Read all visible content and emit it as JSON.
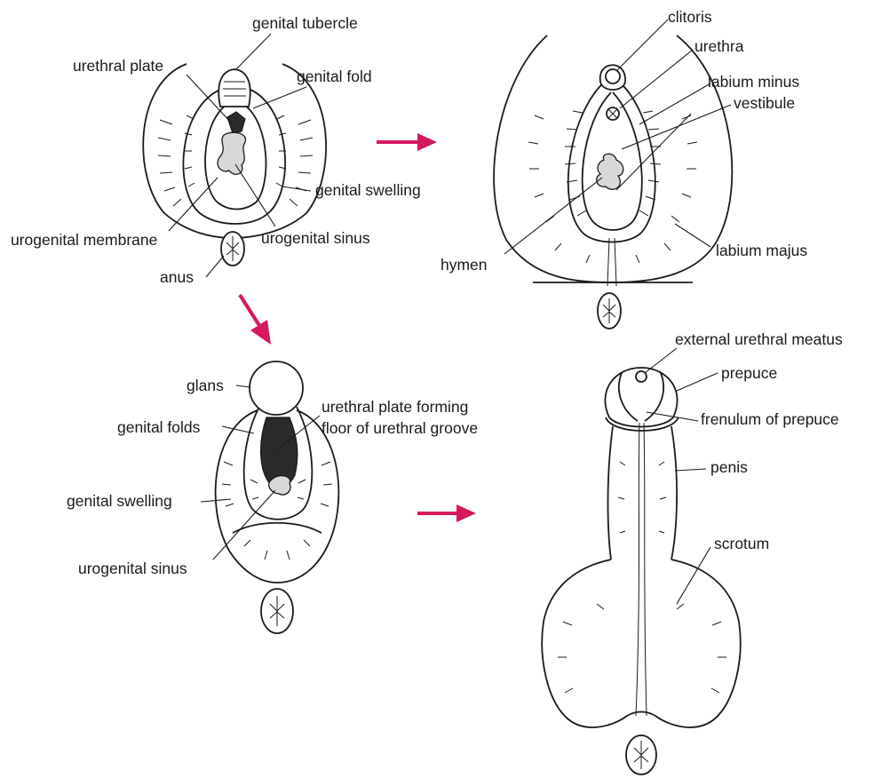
{
  "colors": {
    "arrow": "#d6185e",
    "line": "#1a1a1a"
  },
  "panels": {
    "indifferent": {
      "labels": {
        "genital_tubercle": "genital tubercle",
        "urethral_plate": "urethral plate",
        "genital_fold": "genital fold",
        "genital_swelling": "genital swelling",
        "urogenital_membrane": "urogenital membrane",
        "urogenital_sinus": "urogenital sinus",
        "anus": "anus"
      }
    },
    "female": {
      "labels": {
        "clitoris": "clitoris",
        "urethra": "urethra",
        "labium_minus": "labium minus",
        "vestibule": "vestibule",
        "hymen": "hymen",
        "labium_majus": "labium majus"
      }
    },
    "male_intermediate": {
      "labels": {
        "glans": "glans",
        "genital_folds": "genital folds",
        "urethral_plate_line1": "urethral plate forming",
        "urethral_plate_line2": "floor of urethral groove",
        "genital_swelling": "genital swelling",
        "urogenital_sinus": "urogenital sinus"
      }
    },
    "male": {
      "labels": {
        "external_urethral_meatus": "external urethral meatus",
        "prepuce": "prepuce",
        "frenulum_of_prepuce": "frenulum of prepuce",
        "penis": "penis",
        "scrotum": "scrotum"
      }
    }
  },
  "arrows": [
    "arrow-to-female",
    "arrow-to-male-intermediate",
    "arrow-to-male"
  ]
}
